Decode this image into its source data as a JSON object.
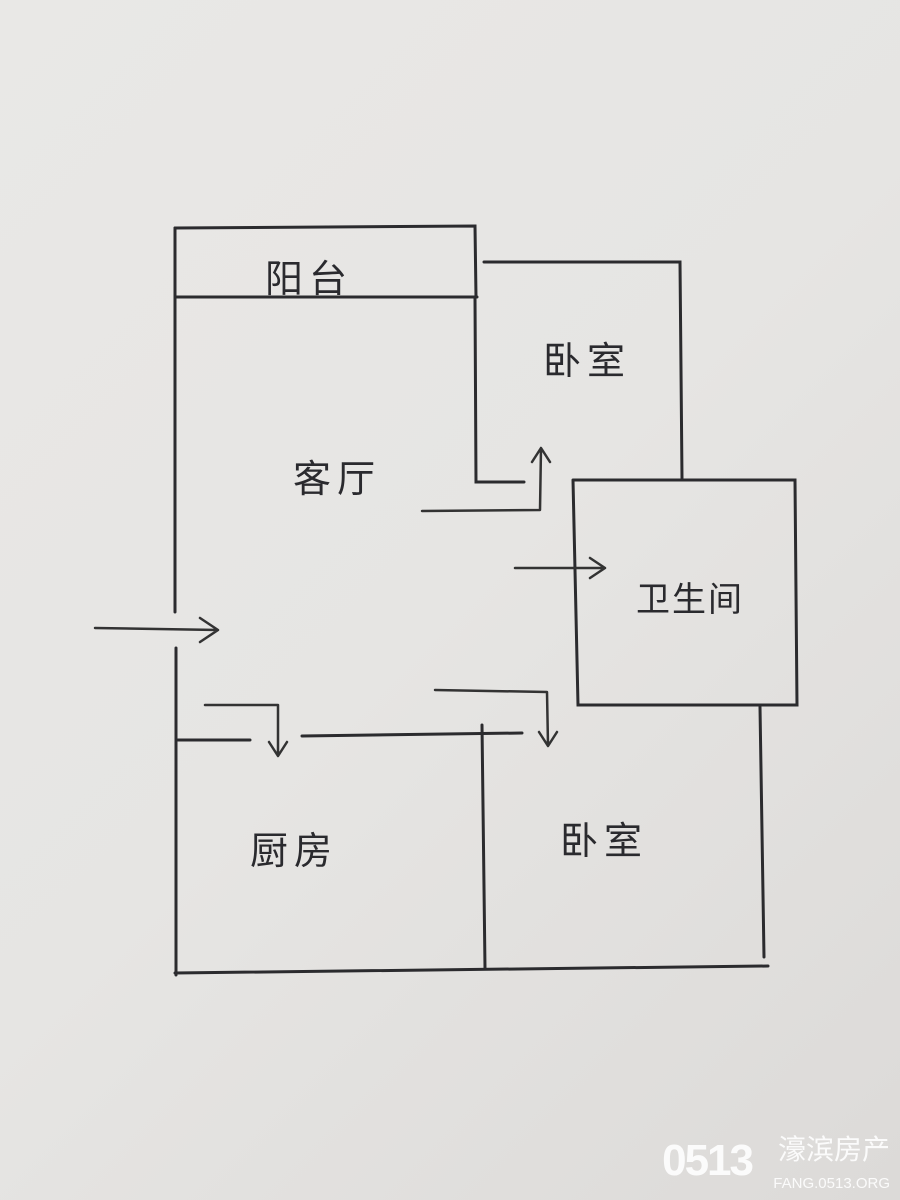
{
  "rooms": {
    "balcony": "阳台",
    "bedroom_top": "卧室",
    "living_room": "客厅",
    "bathroom": "卫生间",
    "kitchen": "厨房",
    "bedroom_bottom": "卧室"
  },
  "watermark": {
    "number": "0513",
    "brand": "濠滨房产",
    "url": "FANG.0513.ORG"
  }
}
